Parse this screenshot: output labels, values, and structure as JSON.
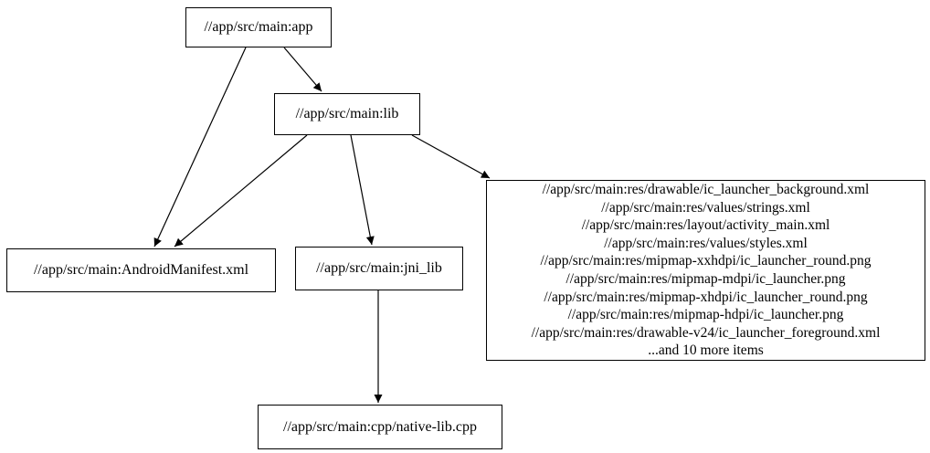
{
  "diagram": {
    "type": "dependency-graph",
    "background_color": "#ffffff",
    "node_fill_color": "#ffffff",
    "node_border_color": "#000000",
    "edge_color": "#000000",
    "text_color": "#000000",
    "nodes": {
      "app": {
        "label": "//app/src/main:app"
      },
      "lib": {
        "label": "//app/src/main:lib"
      },
      "manifest": {
        "label": "//app/src/main:AndroidManifest.xml"
      },
      "jni_lib": {
        "label": "//app/src/main:jni_lib"
      },
      "res_group": {
        "lines": [
          "//app/src/main:res/drawable/ic_launcher_background.xml",
          "//app/src/main:res/values/strings.xml",
          "//app/src/main:res/layout/activity_main.xml",
          "//app/src/main:res/values/styles.xml",
          "//app/src/main:res/mipmap-xxhdpi/ic_launcher_round.png",
          "//app/src/main:res/mipmap-mdpi/ic_launcher.png",
          "//app/src/main:res/mipmap-xhdpi/ic_launcher_round.png",
          "//app/src/main:res/mipmap-hdpi/ic_launcher.png",
          "//app/src/main:res/drawable-v24/ic_launcher_foreground.xml",
          "...and 10 more items"
        ]
      },
      "native_lib": {
        "label": "//app/src/main:cpp/native-lib.cpp"
      }
    },
    "edges": [
      {
        "from": "app",
        "to": "manifest"
      },
      {
        "from": "app",
        "to": "lib"
      },
      {
        "from": "lib",
        "to": "manifest"
      },
      {
        "from": "lib",
        "to": "jni_lib"
      },
      {
        "from": "lib",
        "to": "res_group"
      },
      {
        "from": "jni_lib",
        "to": "native_lib"
      }
    ]
  }
}
